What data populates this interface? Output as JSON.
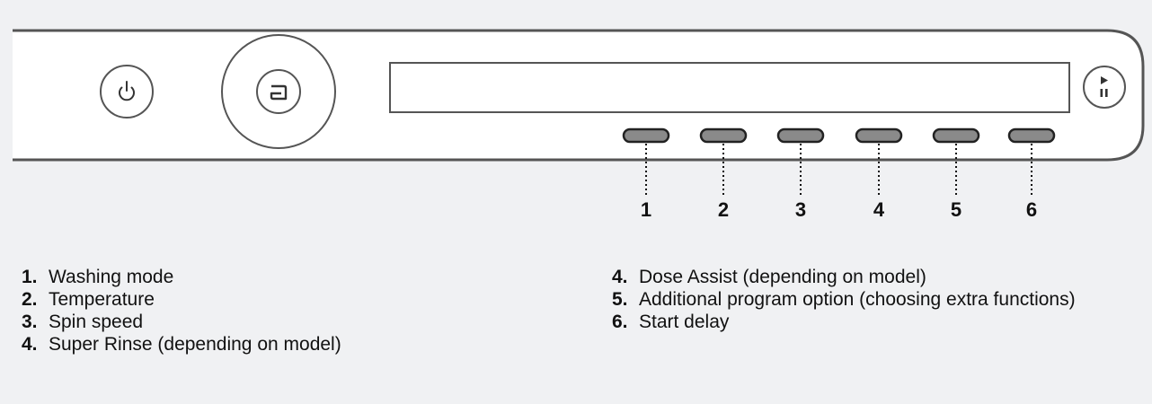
{
  "colors": {
    "background": "#f0f1f3",
    "panel": "#ffffff",
    "stroke": "#555555",
    "button_fill": "#8a8a8a",
    "dots": "#111111"
  },
  "icons": {
    "power": "power-icon",
    "program": "program-dial-icon",
    "start_pause": "start-pause-icon"
  },
  "callouts": [
    "1",
    "2",
    "3",
    "4",
    "5",
    "6"
  ],
  "legend": {
    "left": [
      {
        "num": "1.",
        "text": "Washing mode"
      },
      {
        "num": "2.",
        "text": "Temperature"
      },
      {
        "num": "3.",
        "text": "Spin speed"
      },
      {
        "num": "4.",
        "text": "Super Rinse (depending on model)"
      }
    ],
    "right": [
      {
        "num": "4.",
        "text": "Dose Assist (depending on model)"
      },
      {
        "num": "5.",
        "text": "Additional program option (choosing extra functions)"
      },
      {
        "num": "6.",
        "text": "Start delay"
      }
    ]
  }
}
